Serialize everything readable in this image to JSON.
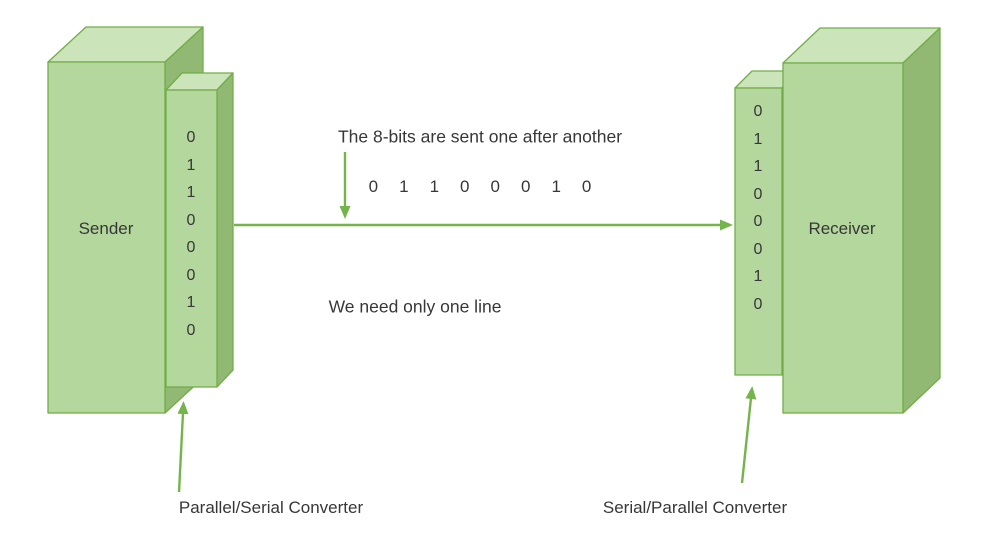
{
  "diagram": {
    "sender": {
      "label": "Sender",
      "converter": {
        "label": "Parallel/Serial Converter",
        "bits": [
          "0",
          "1",
          "1",
          "0",
          "0",
          "0",
          "1",
          "0"
        ]
      }
    },
    "receiver": {
      "label": "Receiver",
      "converter": {
        "label": "Serial/Parallel Converter",
        "bits": [
          "0",
          "1",
          "1",
          "0",
          "0",
          "0",
          "1",
          "0"
        ]
      }
    },
    "channel": {
      "caption_top": "The 8-bits are sent one after another",
      "serial_bits": [
        "0",
        "1",
        "1",
        "0",
        "0",
        "0",
        "1",
        "0"
      ],
      "caption_bottom": "We need only one line"
    }
  },
  "colors": {
    "box_front": "#b4d79e",
    "box_top": "#cce4ba",
    "box_side": "#92b973",
    "box_outline": "#70ad47",
    "arrow": "#74b44a",
    "text": "#373737",
    "background": "#ffffff"
  }
}
